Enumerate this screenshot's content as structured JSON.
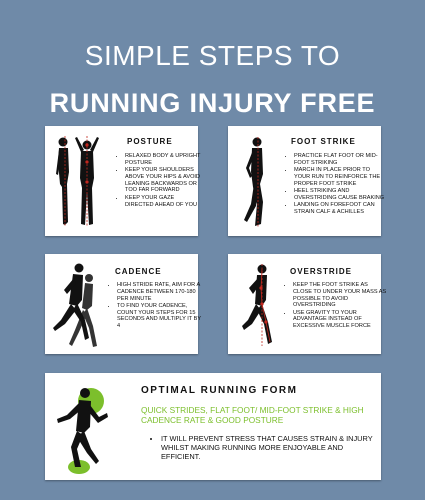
{
  "title_line1": "SIMPLE STEPS TO",
  "title_line2": "RUNNING  INJURY FREE",
  "colors": {
    "background": "#6f8aa8",
    "card": "#ffffff",
    "accent_green": "#7cbf2c",
    "guide_red": "#c0281f"
  },
  "posture": {
    "heading": "POSTURE",
    "bullets": [
      "RELAXED BODY & UPRIGHT POSTURE",
      "KEEP YOUR SHOULDERS ABOVE YOUR HIPS & AVOID LEANING BACKWARDS OR TOO FAR FORWARD",
      "KEEP YOUR GAZE DIRECTED AHEAD OF YOU"
    ]
  },
  "foot_strike": {
    "heading": "FOOT STRIKE",
    "bullets": [
      "PRACTICE FLAT FOOT OR MID-FOOT STRIKING",
      "MARCH IN PLACE PRIOR TO YOUR RUN TO REINFORCE THE PROPER FOOT STRIKE",
      "HEEL STRIKING AND OVERSTRIDING CAUSE BRAKING",
      "LANDING ON FOREFOOT CAN STRAIN CALF & ACHILLES"
    ]
  },
  "cadence": {
    "heading": "CADENCE",
    "bullets": [
      "HIGH STRIDE RATE, AIM FOR A CADENCE BETWEEN 170-180 PER MINUTE",
      "TO FIND YOUR CADENCE, COUNT YOUR STEPS FOR 15 SECONDS AND MULTIPLY IT BY 4"
    ]
  },
  "overstride": {
    "heading": "OVERSTRIDE",
    "bullets": [
      "KEEP THE FOOT STRIKE AS CLOSE TO UNDER YOUR MASS AS POSSIBLE TO AVOID OVERSTRIDING",
      "USE GRAVITY TO YOUR ADVANTAGE INSTEAD OF EXCESSIVE MUSCLE FORCE"
    ]
  },
  "optimal": {
    "heading": "OPTIMAL RUNNING FORM",
    "subtitle": "QUICK STRIDES, FLAT FOOT/ MID-FOOT STRIKE & HIGH CADENCE RATE & GOOD POSTURE",
    "bullets": [
      "IT WILL PREVENT STRESS THAT CAUSES STRAIN & INJURY WHILST MAKING RUNNING MORE ENJOYABLE AND EFFICIENT."
    ]
  }
}
